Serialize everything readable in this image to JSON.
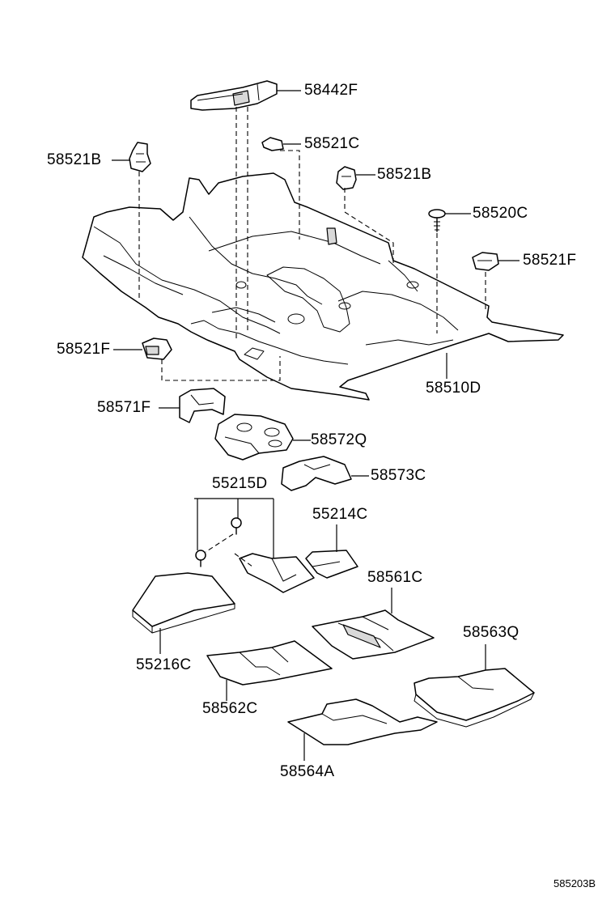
{
  "parts": {
    "p58442F": "58442F",
    "p58521C": "58521C",
    "p58521B_left": "58521B",
    "p58521B_right": "58521B",
    "p58520C": "58520C",
    "p58521F_right": "58521F",
    "p58521F_left": "58521F",
    "p58510D": "58510D",
    "p58571F": "58571F",
    "p58572Q": "58572Q",
    "p58573C": "58573C",
    "p55215D": "55215D",
    "p55214C": "55214C",
    "p58561C": "58561C",
    "p58563Q": "58563Q",
    "p55216C": "55216C",
    "p58562C": "58562C",
    "p58564A": "58564A"
  },
  "figure_code": "585203B"
}
